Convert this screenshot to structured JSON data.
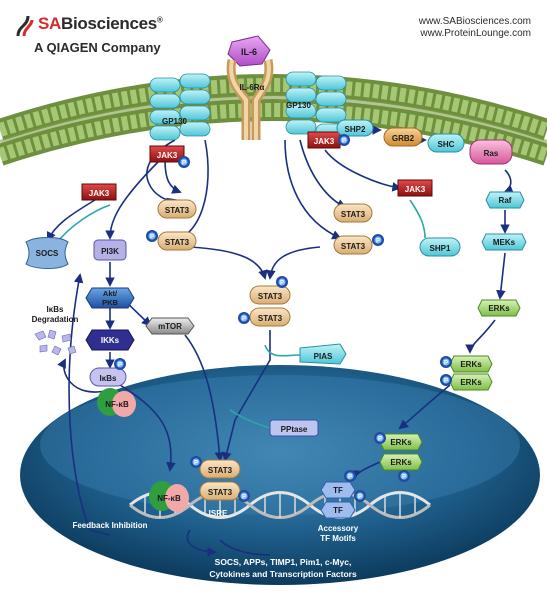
{
  "header": {
    "brand_prefix": "SA",
    "brand_rest": "Biosciences",
    "brand_mark": "®",
    "subtitle": "A QIAGEN Company",
    "url1": "www.SABiosciences.com",
    "url2": "www.ProteinLounge.com"
  },
  "labels": {
    "il6": "IL-6",
    "il6ra": "IL-6Rα",
    "gp130_left": "GP130",
    "gp130_right": "GP130",
    "jak3_a": "JAK3",
    "jak3_b": "JAK3",
    "jak3_c": "JAK3",
    "jak3_d": "JAK3",
    "shp2": "SHP2",
    "grb2": "GRB2",
    "shc": "SHC",
    "ras": "Ras",
    "raf": "Raf",
    "meks": "MEKs",
    "erks_1": "ERKs",
    "erks_2a": "ERKs",
    "erks_2b": "ERKs",
    "erks_3a": "ERKs",
    "erks_3b": "ERKs",
    "shp1": "SHP1",
    "socs": "SOCS",
    "pi3k": "PI3K",
    "akt": "Akt/",
    "pkb": "PKB",
    "mtor": "mTOR",
    "ikks": "IKKs",
    "ikbs": "IκBs",
    "nfkb_cyto": "NF-κB",
    "nfkb_nuc": "NF-κB",
    "ikbs_deg_1": "IκBs",
    "ikbs_deg_2": "Degradation",
    "stat3_l1": "STAT3",
    "stat3_l2": "STAT3",
    "stat3_r1": "STAT3",
    "stat3_r2": "STAT3",
    "stat3_m1": "STAT3",
    "stat3_m2": "STAT3",
    "stat3_n1": "STAT3",
    "stat3_n2": "STAT3",
    "pias": "PIAS",
    "pptase": "PPtase",
    "isre": "ISRE",
    "tf1": "TF",
    "tf2": "TF",
    "accessory_1": "Accessory",
    "accessory_2": "TF Motifs",
    "feedback": "Feedback Inhibition",
    "genes_1": "SOCS, APPs, TIMP1, Pim1, c-Myc,",
    "genes_2": "Cytokines and Transcription Factors",
    "p": "P"
  }
}
